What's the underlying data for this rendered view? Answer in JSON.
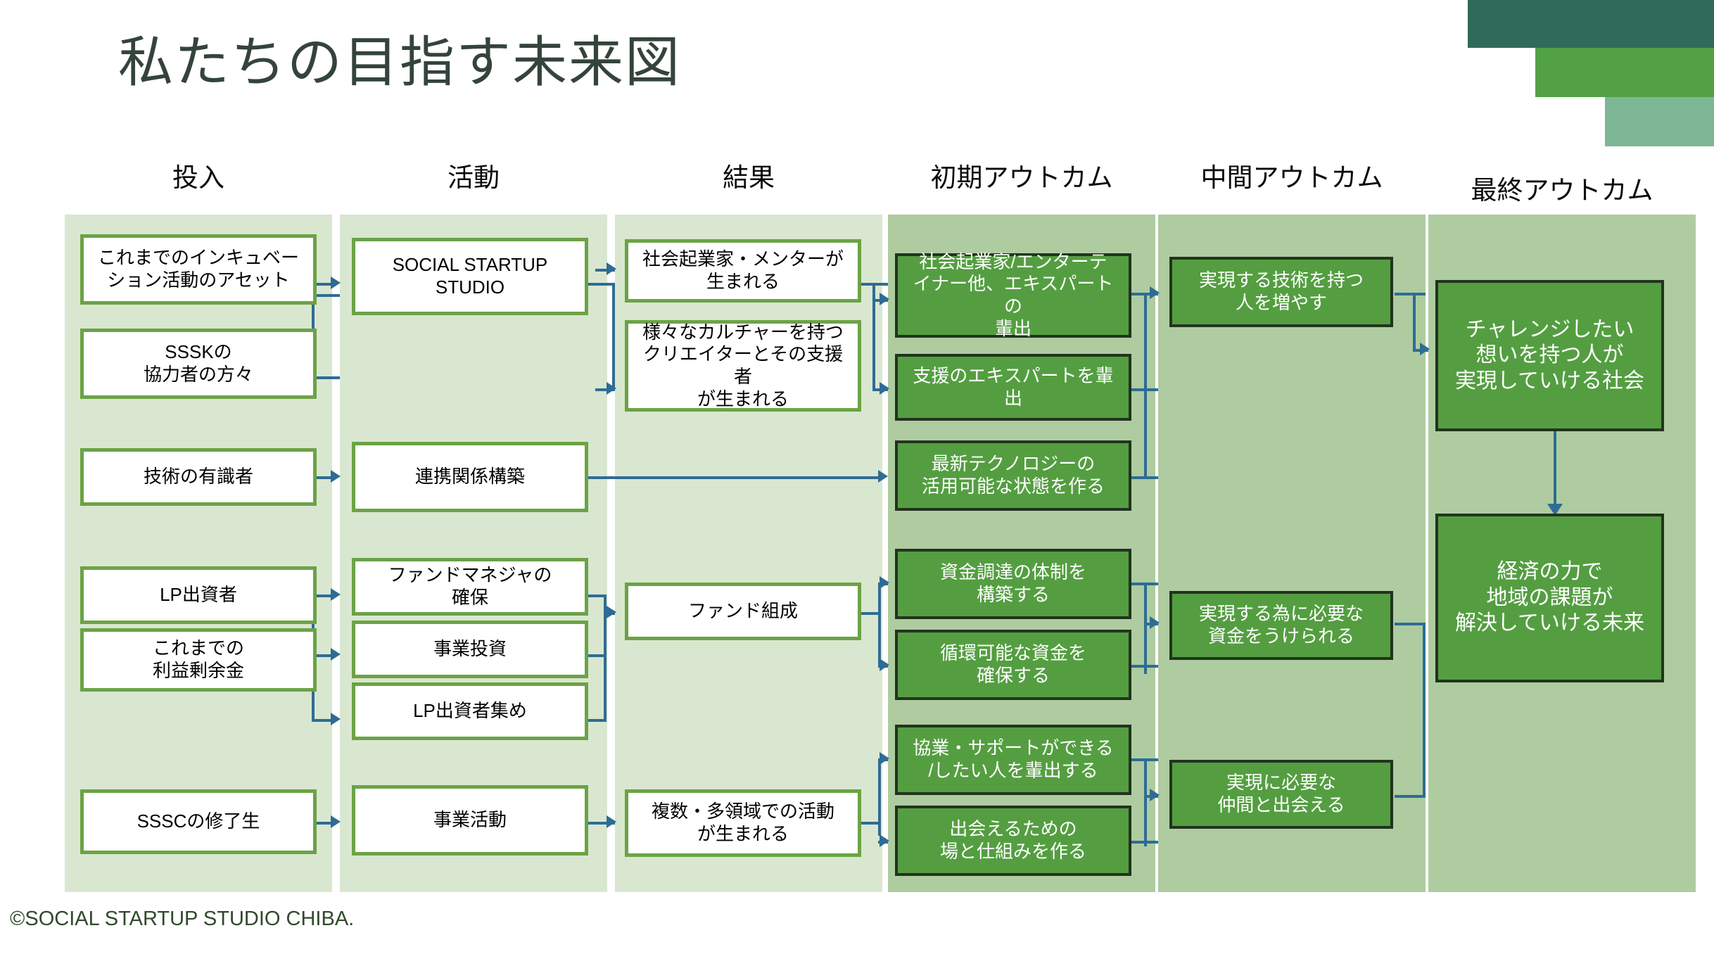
{
  "slide": {
    "title": "私たちの目指す未来図",
    "footer": "©SOCIAL STARTUP STUDIO CHIBA.",
    "colors": {
      "deco_dark": "#2F6B58",
      "deco_mid": "#52A245",
      "deco_light": "#7EB795",
      "band_light": "#D9E7D0",
      "band_mid": "#AECCA0",
      "box_white_border": "#6BA345",
      "box_green_fill": "#549E41",
      "box_green_border": "#22331E",
      "connector": "#2E6C95",
      "title_color": "#34443A",
      "footer_color": "#2F4A2A"
    }
  },
  "columns": [
    {
      "header": "投入"
    },
    {
      "header": "活動"
    },
    {
      "header": "結果"
    },
    {
      "header": "初期アウトカム"
    },
    {
      "header": "中間アウトカム"
    },
    {
      "header": "最終アウトカム"
    }
  ],
  "nodes": {
    "input": [
      {
        "label": "これまでのインキュベー\nション活動のアセット"
      },
      {
        "label": "SSSKの\n協力者の方々"
      },
      {
        "label": "技術の有識者"
      },
      {
        "label": "LP出資者"
      },
      {
        "label": "これまでの\n利益剰余金"
      },
      {
        "label": "SSSCの修了生"
      }
    ],
    "activity": [
      {
        "label": "SOCIAL STARTUP\nSTUDIO"
      },
      {
        "label": "連携関係構築"
      },
      {
        "label": "ファンドマネジャの\n確保"
      },
      {
        "label": "事業投資"
      },
      {
        "label": "LP出資者集め"
      },
      {
        "label": "事業活動"
      }
    ],
    "result": [
      {
        "label": "社会起業家・メンターが\n生まれる"
      },
      {
        "label": "様々なカルチャーを持つ\nクリエイターとその支援者\nが生まれる"
      },
      {
        "label": "ファンド組成"
      },
      {
        "label": "複数・多領域での活動\nが生まれる"
      }
    ],
    "early_outcome": [
      {
        "label": "社会起業家/エンターテ\nイナー他、エキスパートの\n輩出"
      },
      {
        "label": "支援のエキスパートを輩出"
      },
      {
        "label": "最新テクノロジーの\n活用可能な状態を作る"
      },
      {
        "label": "資金調達の体制を\n構築する"
      },
      {
        "label": "循環可能な資金を\n確保する"
      },
      {
        "label": "協業・サポートができる\n/したい人を輩出する"
      },
      {
        "label": "出会えるための\n場と仕組みを作る"
      }
    ],
    "mid_outcome": [
      {
        "label": "実現する技術を持つ\n人を増やす"
      },
      {
        "label": "実現する為に必要な\n資金をうけられる"
      },
      {
        "label": "実現に必要な\n仲間と出会える"
      }
    ],
    "final_outcome": [
      {
        "label": "チャレンジしたい\n想いを持つ人が\n実現していける社会"
      },
      {
        "label": "経済の力で\n地域の課題が\n解決していける未来"
      }
    ]
  }
}
